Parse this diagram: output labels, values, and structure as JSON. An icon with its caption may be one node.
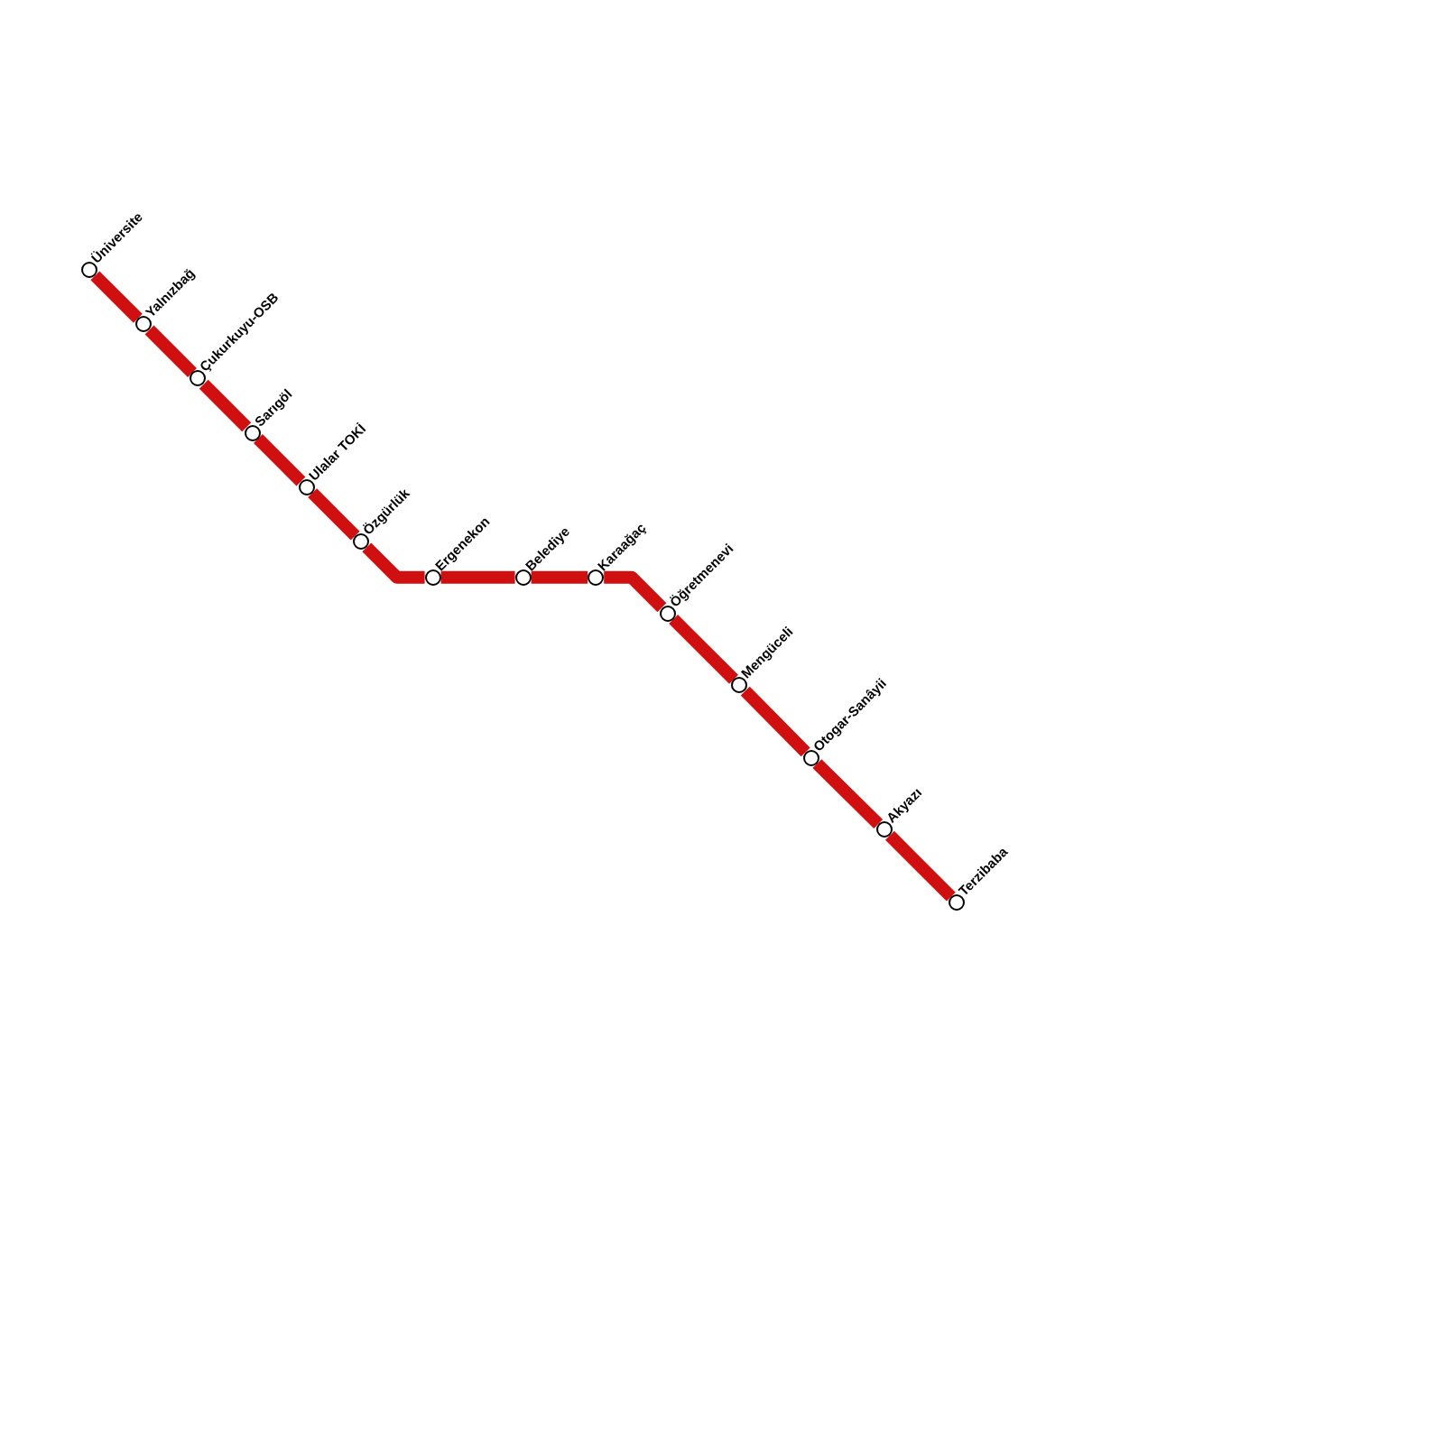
{
  "diagram": {
    "nodes": [
      {
        "text": [
          "Üniversite"
        ]
      },
      {
        "text": [
          "Yalnızbağ"
        ]
      },
      {
        "text": [
          "Çukurkuyu-OSB"
        ]
      },
      {
        "text": [
          "Sarıgöl"
        ]
      },
      {
        "text": [
          "Ulalar TOKİ"
        ]
      },
      {
        "text": [
          "Özgürlük"
        ]
      },
      {
        "text": [
          "Ergenekon"
        ]
      },
      {
        "text": [
          "Belediye"
        ]
      },
      {
        "text": [
          "Karaağaç"
        ]
      },
      {
        "text": [
          "Öğretmenevi"
        ]
      },
      {
        "text": [
          "Mengüceli"
        ]
      },
      {
        "text": [
          "Otogar-Sanâyii"
        ]
      },
      {
        "text": [
          "Akyazı"
        ]
      },
      {
        "text": [
          "Terzibaba"
        ]
      }
    ],
    "edges": [
      {
        "from": 0,
        "to": 1,
        "arrow": "none"
      },
      {
        "from": 1,
        "to": 2,
        "arrow": "none"
      },
      {
        "from": 2,
        "to": 3,
        "arrow": "none"
      },
      {
        "from": 3,
        "to": 4,
        "arrow": "none"
      },
      {
        "from": 4,
        "to": 5,
        "arrow": "none"
      },
      {
        "from": 5,
        "to": 6,
        "arrow": "none"
      },
      {
        "from": 6,
        "to": 7,
        "arrow": "none"
      },
      {
        "from": 7,
        "to": 8,
        "arrow": "none"
      },
      {
        "from": 8,
        "to": 9,
        "arrow": "none"
      },
      {
        "from": 9,
        "to": 10,
        "arrow": "none"
      },
      {
        "from": 10,
        "to": 11,
        "arrow": "none"
      },
      {
        "from": 11,
        "to": 12,
        "arrow": "none"
      },
      {
        "from": 12,
        "to": 13,
        "arrow": "none"
      }
    ]
  }
}
